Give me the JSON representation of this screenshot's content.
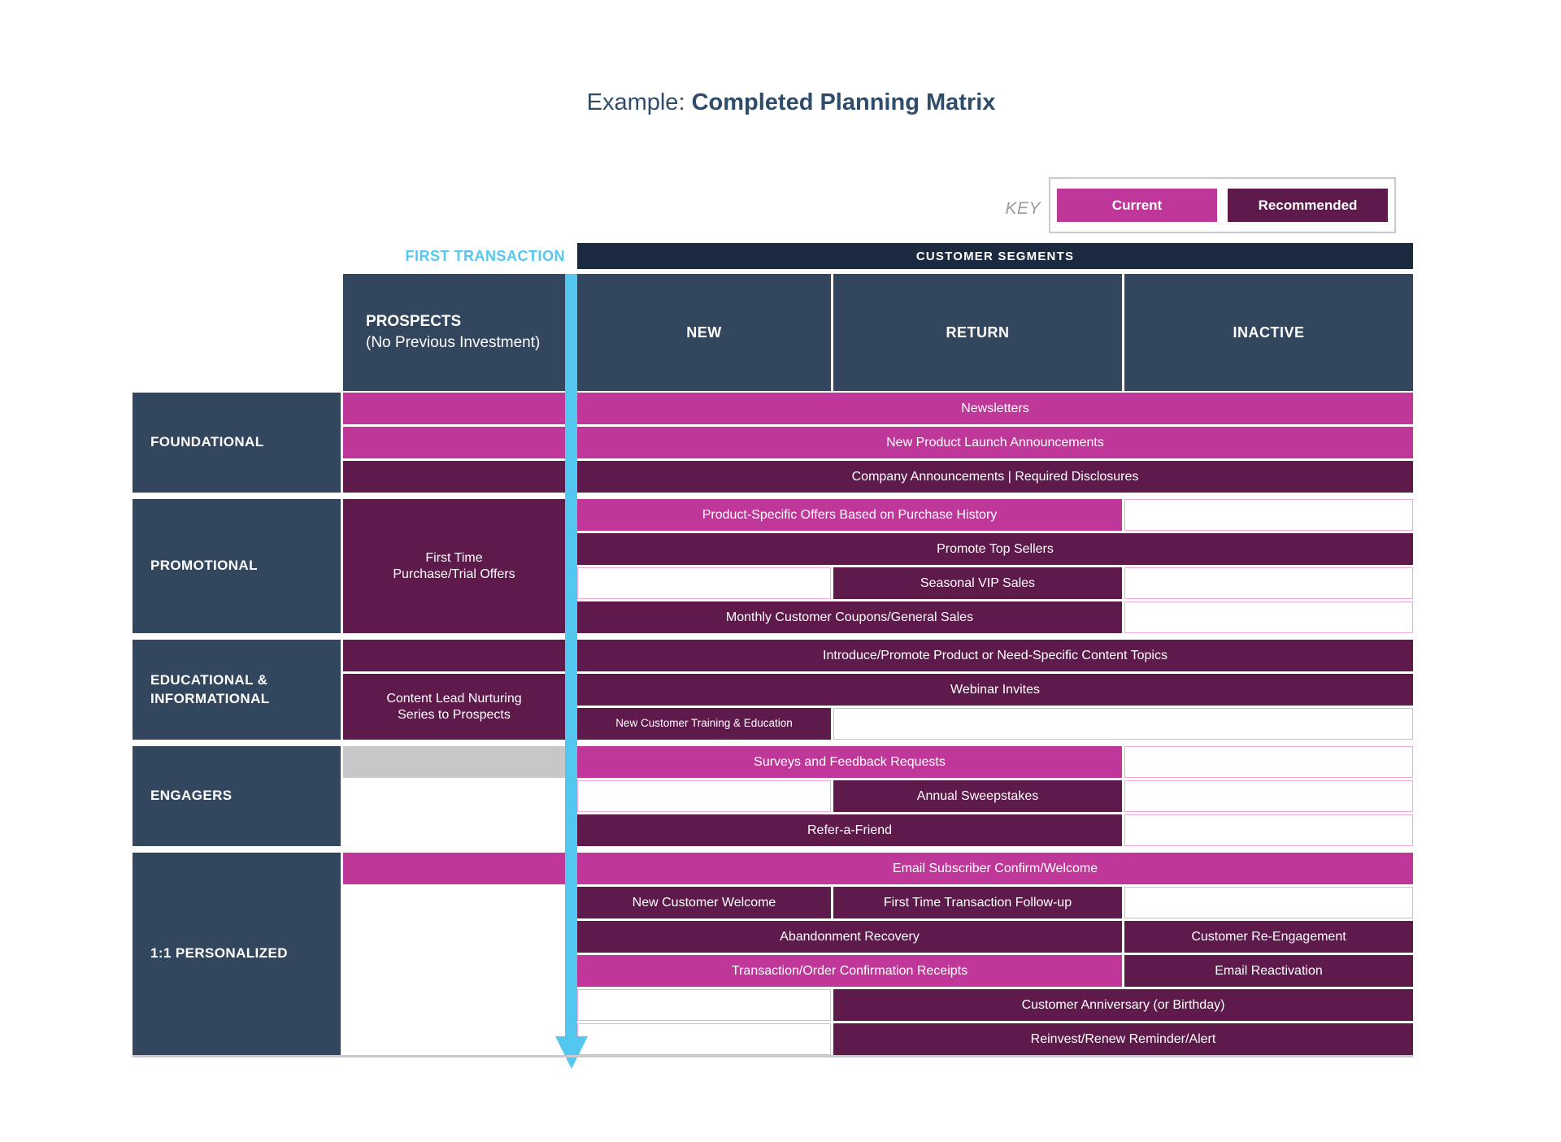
{
  "title": {
    "prefix": "Example: ",
    "emphasis": "Completed Planning Matrix"
  },
  "key": {
    "label": "KEY",
    "current": "Current",
    "recommended": "Recommended"
  },
  "colors": {
    "current": "#BE3799",
    "recommended": "#5E1A4B",
    "slate": "#32475E",
    "navy": "#1B2A3E",
    "cyan": "#53C7EF",
    "gray": "#C7C6C8",
    "pink_border": "#F0A8D6",
    "baseline_gray": "#C9C9CF",
    "title_navy": "#2F4D6B"
  },
  "axis_labels": {
    "first_transaction": "FIRST TRANSACTION",
    "customer_segments": "CUSTOMER SEGMENTS"
  },
  "column_headers": {
    "prospects_title": "PROSPECTS",
    "prospects_subtitle": "(No Previous Investment)",
    "segments": [
      "NEW",
      "RETURN",
      "INACTIVE"
    ]
  },
  "sections": [
    {
      "label": "FOUNDATIONAL",
      "rows": 3,
      "prospects": [
        {
          "from": 1,
          "to": 1,
          "type": "current",
          "label": ""
        },
        {
          "from": 2,
          "to": 2,
          "type": "current",
          "label": ""
        },
        {
          "from": 3,
          "to": 3,
          "type": "recommended",
          "label": ""
        }
      ],
      "bars": [
        {
          "row": 1,
          "start": "new",
          "end": "ina",
          "type": "current",
          "label": "Newsletters"
        },
        {
          "row": 2,
          "start": "new",
          "end": "ina",
          "type": "current",
          "label": "New Product Launch Announcements"
        },
        {
          "row": 3,
          "start": "new",
          "end": "ina",
          "type": "recommended",
          "label": "Company Announcements | Required Disclosures"
        }
      ]
    },
    {
      "label": "PROMOTIONAL",
      "rows": 4,
      "prospects": [
        {
          "from": 1,
          "to": 4,
          "type": "recommended",
          "label": "First Time\nPurchase/Trial Offers"
        }
      ],
      "bars": [
        {
          "row": 1,
          "start": "new",
          "end": "ret",
          "type": "current",
          "label": "Product-Specific Offers Based on Purchase History"
        },
        {
          "row": 1,
          "start": "ina",
          "end": "ina",
          "type": "blank",
          "label": ""
        },
        {
          "row": 2,
          "start": "new",
          "end": "ina",
          "type": "recommended",
          "label": "Promote Top Sellers"
        },
        {
          "row": 3,
          "start": "new",
          "end": "new",
          "type": "blank",
          "label": ""
        },
        {
          "row": 3,
          "start": "ret",
          "end": "ret",
          "type": "recommended",
          "label": "Seasonal VIP Sales"
        },
        {
          "row": 3,
          "start": "ina",
          "end": "ina",
          "type": "blank",
          "label": ""
        },
        {
          "row": 4,
          "start": "new",
          "end": "ret",
          "type": "recommended",
          "label": "Monthly Customer Coupons/General Sales"
        },
        {
          "row": 4,
          "start": "ina",
          "end": "ina",
          "type": "blank",
          "label": ""
        }
      ]
    },
    {
      "label": "EDUCATIONAL &\nINFORMATIONAL",
      "rows": 3,
      "prospects": [
        {
          "from": 1,
          "to": 1,
          "type": "recommended",
          "label": ""
        },
        {
          "from": 2,
          "to": 3,
          "type": "recommended",
          "label": "Content Lead Nurturing\nSeries to Prospects"
        }
      ],
      "bars": [
        {
          "row": 1,
          "start": "new",
          "end": "ina",
          "type": "recommended",
          "label": "Introduce/Promote Product or Need-Specific Content Topics"
        },
        {
          "row": 2,
          "start": "new",
          "end": "ina",
          "type": "recommended",
          "label": "Webinar Invites"
        },
        {
          "row": 3,
          "start": "new",
          "end": "new",
          "type": "recommended",
          "label": "New Customer Training & Education",
          "small": true
        },
        {
          "row": 3,
          "start": "ret",
          "end": "ina",
          "type": "blank",
          "label": ""
        }
      ]
    },
    {
      "label": "ENGAGERS",
      "rows": 3,
      "prospects": [
        {
          "from": 1,
          "to": 1,
          "type": "gray",
          "label": ""
        }
      ],
      "bars": [
        {
          "row": 1,
          "start": "new",
          "end": "ret",
          "type": "current",
          "label": "Surveys and Feedback Requests"
        },
        {
          "row": 1,
          "start": "ina",
          "end": "ina",
          "type": "blank",
          "label": ""
        },
        {
          "row": 2,
          "start": "new",
          "end": "new",
          "type": "blank",
          "label": ""
        },
        {
          "row": 2,
          "start": "ret",
          "end": "ret",
          "type": "recommended",
          "label": "Annual Sweepstakes"
        },
        {
          "row": 2,
          "start": "ina",
          "end": "ina",
          "type": "blank",
          "label": ""
        },
        {
          "row": 3,
          "start": "new",
          "end": "ret",
          "type": "recommended",
          "label": "Refer-a-Friend"
        },
        {
          "row": 3,
          "start": "ina",
          "end": "ina",
          "type": "blank",
          "label": ""
        }
      ]
    },
    {
      "label": "1:1 PERSONALIZED",
      "rows": 6,
      "prospects": [
        {
          "from": 1,
          "to": 1,
          "type": "current",
          "label": ""
        }
      ],
      "bars": [
        {
          "row": 1,
          "start": "new",
          "end": "ina",
          "type": "current",
          "label": "Email Subscriber Confirm/Welcome"
        },
        {
          "row": 2,
          "start": "new",
          "end": "new",
          "type": "recommended",
          "label": "New Customer Welcome"
        },
        {
          "row": 2,
          "start": "ret",
          "end": "ret",
          "type": "recommended",
          "label": "First Time Transaction Follow-up"
        },
        {
          "row": 2,
          "start": "ina",
          "end": "ina",
          "type": "blank",
          "label": ""
        },
        {
          "row": 3,
          "start": "new",
          "end": "ret",
          "type": "recommended",
          "label": "Abandonment Recovery"
        },
        {
          "row": 3,
          "start": "ina",
          "end": "ina",
          "type": "recommended",
          "label": "Customer Re-Engagement"
        },
        {
          "row": 4,
          "start": "new",
          "end": "ret",
          "type": "current",
          "label": "Transaction/Order Confirmation Receipts"
        },
        {
          "row": 4,
          "start": "ina",
          "end": "ina",
          "type": "recommended",
          "label": "Email Reactivation"
        },
        {
          "row": 5,
          "start": "new",
          "end": "new",
          "type": "blank",
          "label": ""
        },
        {
          "row": 5,
          "start": "ret",
          "end": "ina",
          "type": "recommended",
          "label": "Customer Anniversary (or Birthday)"
        },
        {
          "row": 6,
          "start": "new",
          "end": "new",
          "type": "blank",
          "label": ""
        },
        {
          "row": 6,
          "start": "ret",
          "end": "ina",
          "type": "recommended",
          "label": "Reinvest/Renew Reminder/Alert"
        }
      ]
    }
  ]
}
